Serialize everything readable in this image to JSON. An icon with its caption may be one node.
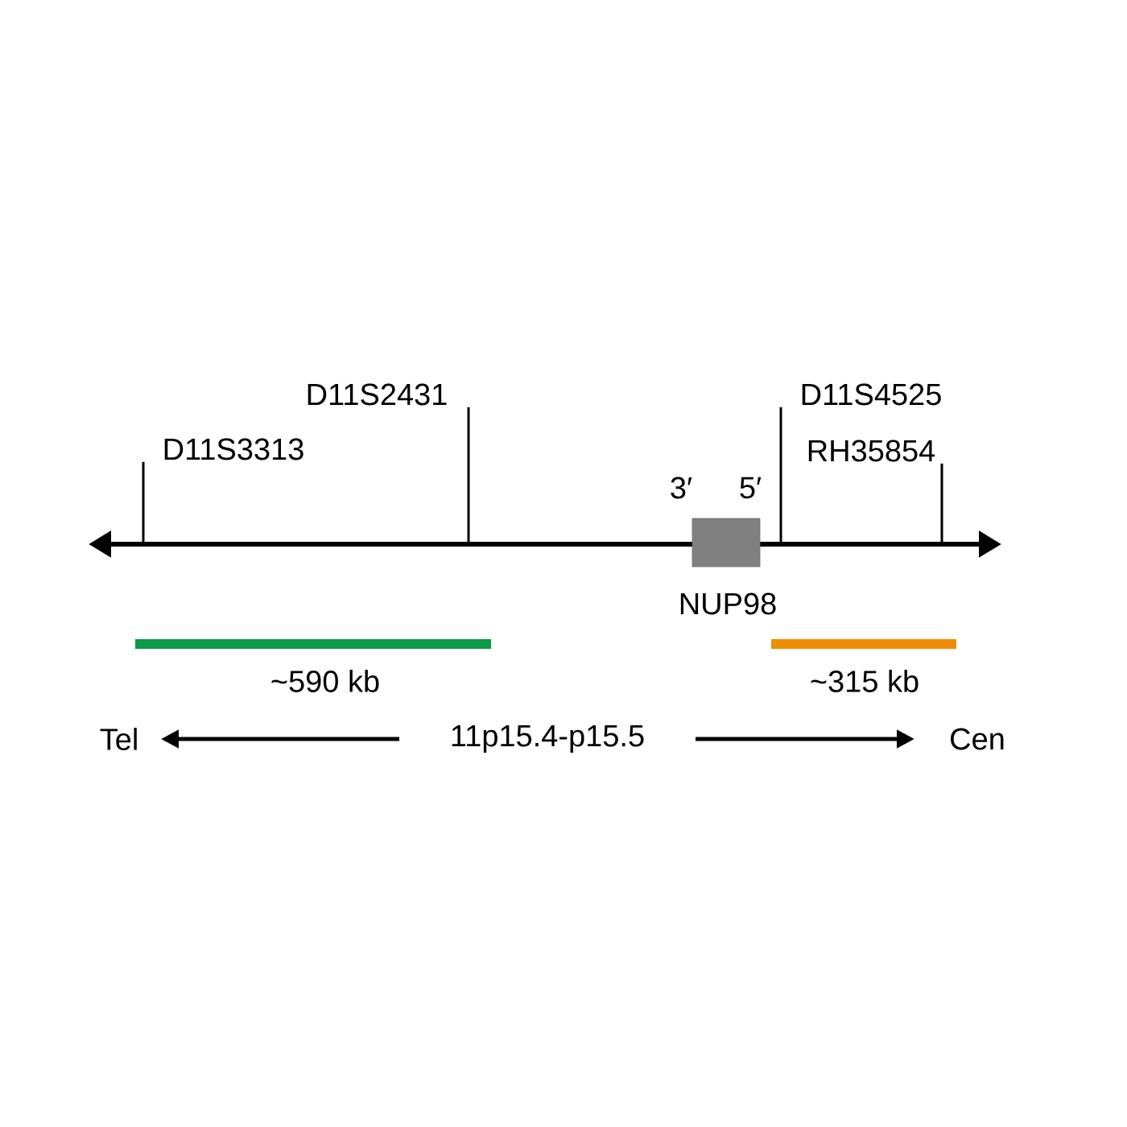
{
  "diagram": {
    "nodes": [
      {
        "text": [
          "D11S3313"
        ]
      },
      {
        "text": [
          "D11S2431"
        ]
      },
      {
        "text": [
          "D11S4525"
        ]
      },
      {
        "text": [
          "RH35854"
        ]
      },
      {
        "text": [
          "NUP98"
        ],
        "beside": [
          "3′",
          "5′"
        ]
      },
      {
        "text": [
          "~590 kb"
        ]
      },
      {
        "text": [
          "~315 kb"
        ]
      }
    ],
    "edges": [
      {
        "from": 0,
        "to": null,
        "arrow": "none"
      },
      {
        "from": 1,
        "to": null,
        "arrow": "none"
      },
      {
        "from": 2,
        "to": null,
        "arrow": "none"
      },
      {
        "from": 3,
        "to": null,
        "arrow": "none"
      }
    ],
    "labels": [
      "Tel",
      "11p15.4-p15.5",
      "Cen"
    ]
  }
}
